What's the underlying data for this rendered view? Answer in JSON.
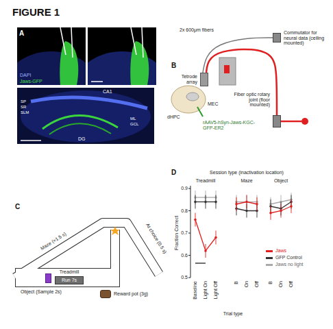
{
  "diagram": {
    "title": "FIGURE 1",
    "nodes": [
      {
        "text": [
          "Tetrode array"
        ]
      },
      {
        "text": [
          "Commutator for neural data (ceiling mounted)"
        ]
      },
      {
        "text": [
          "Fiber optic rotary joint (floor mounted)"
        ]
      },
      {
        "text": [
          "Object (Sample 2s)"
        ]
      },
      {
        "text": [
          "Treadmill",
          "Run 7s"
        ]
      },
      {
        "text": [
          "Reward pot (3g)"
        ]
      }
    ],
    "edges": [
      {
        "from": 1,
        "to": 0,
        "arrow": "none"
      },
      {
        "from": 2,
        "to": 0,
        "arrow": "none"
      }
    ],
    "labels": [
      "A",
      "DAPI",
      "Jaws-GFP",
      "SP",
      "SR",
      "SLM",
      "CA1",
      "DG",
      "ML",
      "GCL",
      "B",
      "2x 600μm fibers",
      "dHPC",
      "MEC",
      "rAAV5-hSyn-Jaws-KGC-GFP-ER2",
      "C",
      "Maze (≈1.5 s)",
      "At choice (0.5 s)",
      "D",
      "Session type (inactivation location)",
      "Treadmill",
      "Maze",
      "Object",
      "Fraction Correct",
      "0.9",
      "0.8",
      "0.7",
      "0.6",
      "0.5",
      "Baseline",
      "Light On",
      "Light Off",
      "B",
      "On",
      "Off",
      "B",
      "On",
      "Off",
      "Trial type"
    ],
    "legend": [
      {
        "text": "Jaws",
        "color": "#e02020"
      },
      {
        "text": "GFP Control",
        "color": "#333333"
      },
      {
        "text": "Jaws no light",
        "color": "#aaaaaa"
      }
    ]
  }
}
